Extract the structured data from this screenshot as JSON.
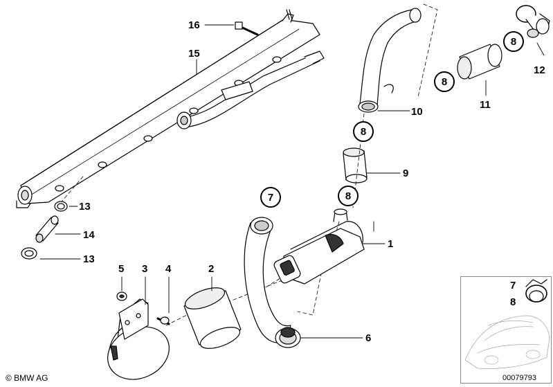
{
  "diagram": {
    "callouts": [
      {
        "id": "c16",
        "text": "16"
      },
      {
        "id": "c15",
        "text": "15"
      },
      {
        "id": "c13a",
        "text": "13"
      },
      {
        "id": "c14",
        "text": "14"
      },
      {
        "id": "c13b",
        "text": "13"
      },
      {
        "id": "c10",
        "text": "10"
      },
      {
        "id": "c9",
        "text": "9"
      },
      {
        "id": "c1",
        "text": "1"
      },
      {
        "id": "c2",
        "text": "2"
      },
      {
        "id": "c3",
        "text": "3"
      },
      {
        "id": "c4",
        "text": "4"
      },
      {
        "id": "c5",
        "text": "5"
      },
      {
        "id": "c6",
        "text": "6"
      },
      {
        "id": "c11",
        "text": "11"
      },
      {
        "id": "c12",
        "text": "12"
      }
    ],
    "circled": [
      {
        "id": "o8a",
        "text": "8"
      },
      {
        "id": "o8b",
        "text": "8"
      },
      {
        "id": "o8c",
        "text": "8"
      },
      {
        "id": "o8d",
        "text": "8"
      },
      {
        "id": "o7",
        "text": "7"
      }
    ],
    "inset": {
      "label_top": "7",
      "label_bottom": "8"
    },
    "copyright": "© BMW AG",
    "document_number": "00079793"
  }
}
